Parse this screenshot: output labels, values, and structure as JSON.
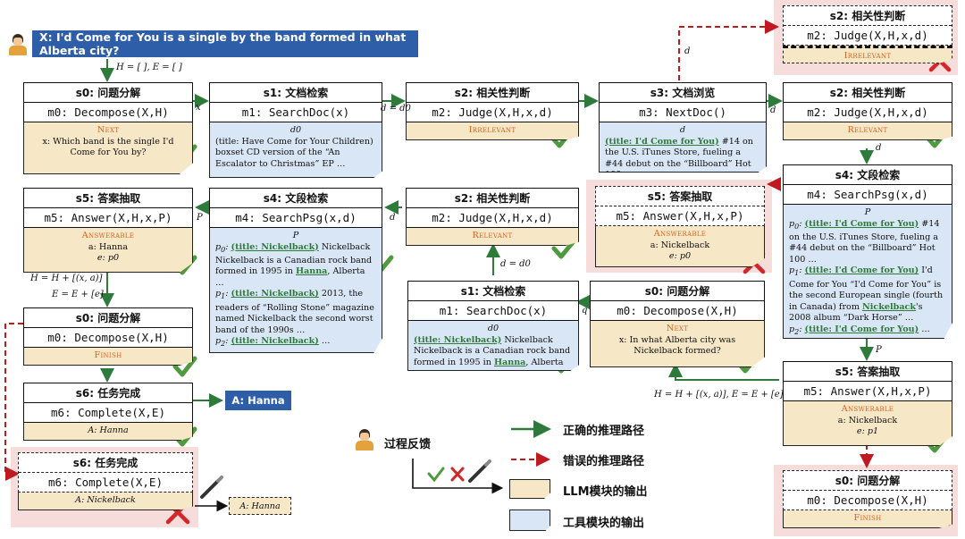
{
  "question": "X: I'd Come for You is a single by the band formed in what Alberta city?",
  "answer_box": "A: Hanna",
  "init_label": "H = [ ],  E = [ ]",
  "nodes": {
    "n0": {
      "state": "s0: 问题分解",
      "method": "m0: Decompose(X,H)",
      "tag": "Next",
      "text": "x: Which band is the single I'd Come for You by?"
    },
    "n1": {
      "state": "s1: 文档检索",
      "method": "m1: SearchDoc(x)",
      "head": "d0",
      "text": "(title: Have Come for Your Children) boxset CD version of the “An Escalator to Christmas” EP …"
    },
    "n2": {
      "state": "s2: 相关性判断",
      "method": "m2: Judge(X,H,x,d)",
      "tag": "Irrelevant"
    },
    "n3": {
      "state": "s3: 文档浏览",
      "method": "m3: NextDoc()",
      "head": "d",
      "link": "(title: I'd Come for You)",
      "text": " #14 on the U.S. iTunes Store, fueling a #44 debut on the “Billboard” Hot 100 …"
    },
    "n2r": {
      "state": "s2: 相关性判断",
      "method": "m2: Judge(X,H,x,d)",
      "tag": "Irrelevant"
    },
    "n2b": {
      "state": "s2: 相关性判断",
      "method": "m2: Judge(X,H,x,d)",
      "tag": "Relevant"
    },
    "n4r": {
      "state": "s4: 文段检索",
      "method": "m4: SearchPsg(x,d)",
      "head": "P",
      "l0": "(title: I'd Come for You)",
      "t0": " #14 on the U.S. iTunes Store, fueling a #44 debut on the “Billboard” Hot 100 …",
      "l1": "(title: I'd Come for You)",
      "t1a": " I'd Come for You “I'd Come for You” is the second European single (fourth in Canada) from ",
      "l1b": "Nickelback",
      "t1b": "'s 2008 album “Dark Horse” …",
      "l2": "(title: I'd Come for You)",
      "t2": " …"
    },
    "n5m": {
      "state": "s5: 答案抽取",
      "method": "m5: Answer(X,H,x,P)",
      "tag": "Answerable",
      "a": "a: Nickelback",
      "e": "e: p0"
    },
    "n5r": {
      "state": "s5: 答案抽取",
      "method": "m5: Answer(X,H,x,P)",
      "tag": "Answerable",
      "a": "a: Nickelback",
      "e": "e: p1"
    },
    "n0r": {
      "state": "s0: 问题分解",
      "method": "m0: Decompose(X,H)",
      "tag": "Finish"
    },
    "n0m": {
      "state": "s0: 问题分解",
      "method": "m0: Decompose(X,H)",
      "tag": "Next",
      "text": "x: In what Alberta city was Nickelback formed?"
    },
    "n1m": {
      "state": "s1: 文档检索",
      "method": "m1: SearchDoc(x)",
      "head": "d0",
      "link": "(title: Nickelback)",
      "t1": " Nickelback Nickelback is a Canadian rock band formed in 1995 in ",
      "link2": "Hanna",
      "t2": ", Alberta …"
    },
    "n2m": {
      "state": "s2: 相关性判断",
      "method": "m2: Judge(X,H,x,d)",
      "tag": "Relevant"
    },
    "n4m": {
      "state": "s4: 文段检索",
      "method": "m4: SearchPsg(x,d)",
      "head": "P",
      "l0": "(title: Nickelback)",
      "t0": " Nickelback Nickelback is a Canadian rock band formed in 1995 in ",
      "h0": "Hanna",
      "t0b": ", Alberta …",
      "l1": "(title: Nickelback)",
      "t1": " 2013, the readers of “Rolling Stone” magazine named Nickelback the second worst band of the 1990s …",
      "l2": "(title: Nickelback)",
      "t2": " …"
    },
    "n5l": {
      "state": "s5: 答案抽取",
      "method": "m5: Answer(X,H,x,P)",
      "tag": "Answerable",
      "a": "a: Hanna",
      "e": "e: p0"
    },
    "n0l": {
      "state": "s0: 问题分解",
      "method": "m0: Decompose(X,H)",
      "tag": "Finish"
    },
    "n6": {
      "state": "s6: 任务完成",
      "method": "m6: Complete(X,E)",
      "text": "A: Hanna"
    },
    "n6w": {
      "state": "s6: 任务完成",
      "method": "m6: Complete(X,E)",
      "text": "A: Nickelback"
    }
  },
  "corrected_answer": "A: Hanna",
  "edge_labels": {
    "x": "x",
    "d_eq_d0": "d = d0",
    "d": "d",
    "P": "P",
    "d_eq_d0_b": "d = d0",
    "q": "q",
    "hupd_left": "H = H + [(x, a)]",
    "eupd_left": "E = E + [e]",
    "hupd_right": "H = H + [(x, a)], E = E + [e]"
  },
  "legend": {
    "feedback": "过程反馈",
    "correct": "正确的推理路径",
    "wrong": "错误的推理路径",
    "llm": "LLM模块的输出",
    "tool": "工具模块的输出"
  },
  "colors": {
    "green": "#2e7a3a",
    "red": "#c0191f",
    "llm": "#f6e7c7",
    "tool": "#d9e6f5",
    "pink": "#f7dcdc",
    "question": "#2f5ea8"
  }
}
